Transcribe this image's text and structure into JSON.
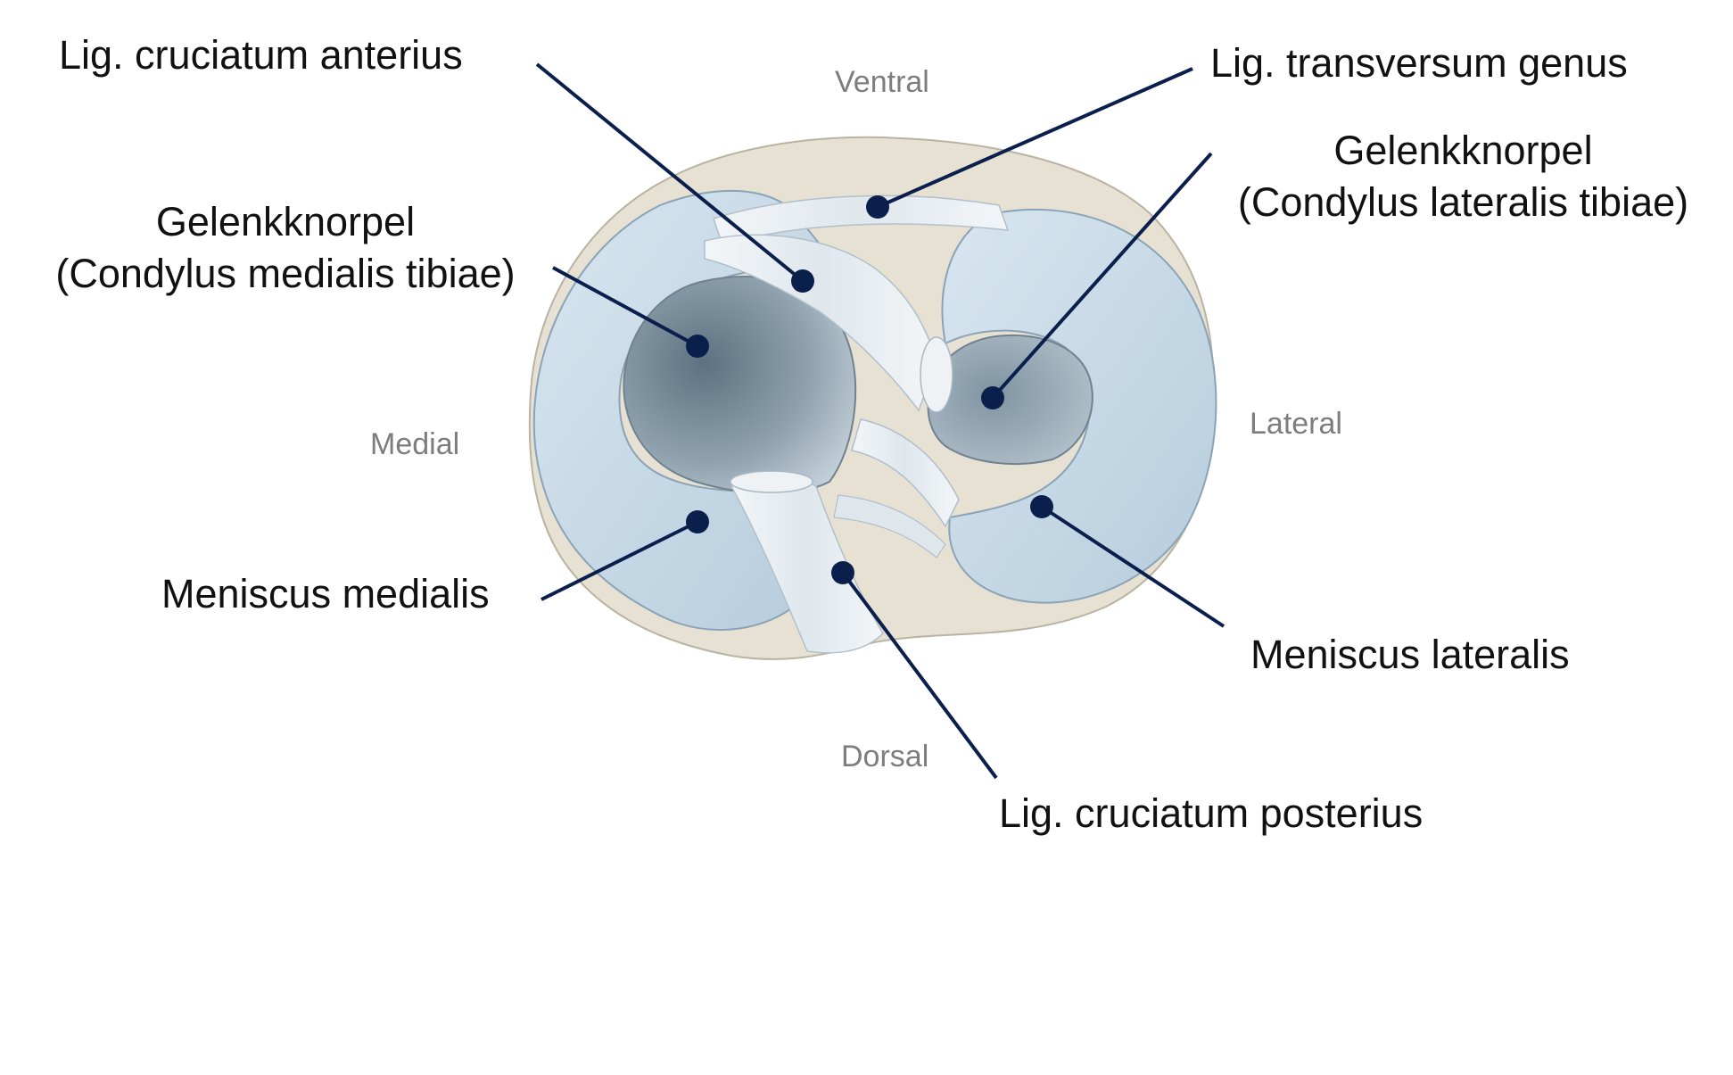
{
  "labels": {
    "lig_cruciatum_anterius": "Lig. cruciatum anterius",
    "lig_transversum_genus": "Lig. transversum genus",
    "gelenkknorpel_medial_1": "Gelenkknorpel",
    "gelenkknorpel_medial_2": "(Condylus medialis tibiae)",
    "gelenkknorpel_lateral_1": "Gelenkknorpel",
    "gelenkknorpel_lateral_2": "(Condylus lateralis tibiae)",
    "meniscus_medialis": "Meniscus medialis",
    "meniscus_lateralis": "Meniscus lateralis",
    "lig_cruciatum_posterius": "Lig. cruciatum posterius"
  },
  "directions": {
    "ventral": "Ventral",
    "dorsal": "Dorsal",
    "medial": "Medial",
    "lateral": "Lateral"
  },
  "colors": {
    "leader": "#0b1f4d",
    "meniscus": "#c9dcea",
    "cartilage": "#8fa3b1",
    "ligament": "#e8eef3",
    "bone": "#e3ded0"
  }
}
